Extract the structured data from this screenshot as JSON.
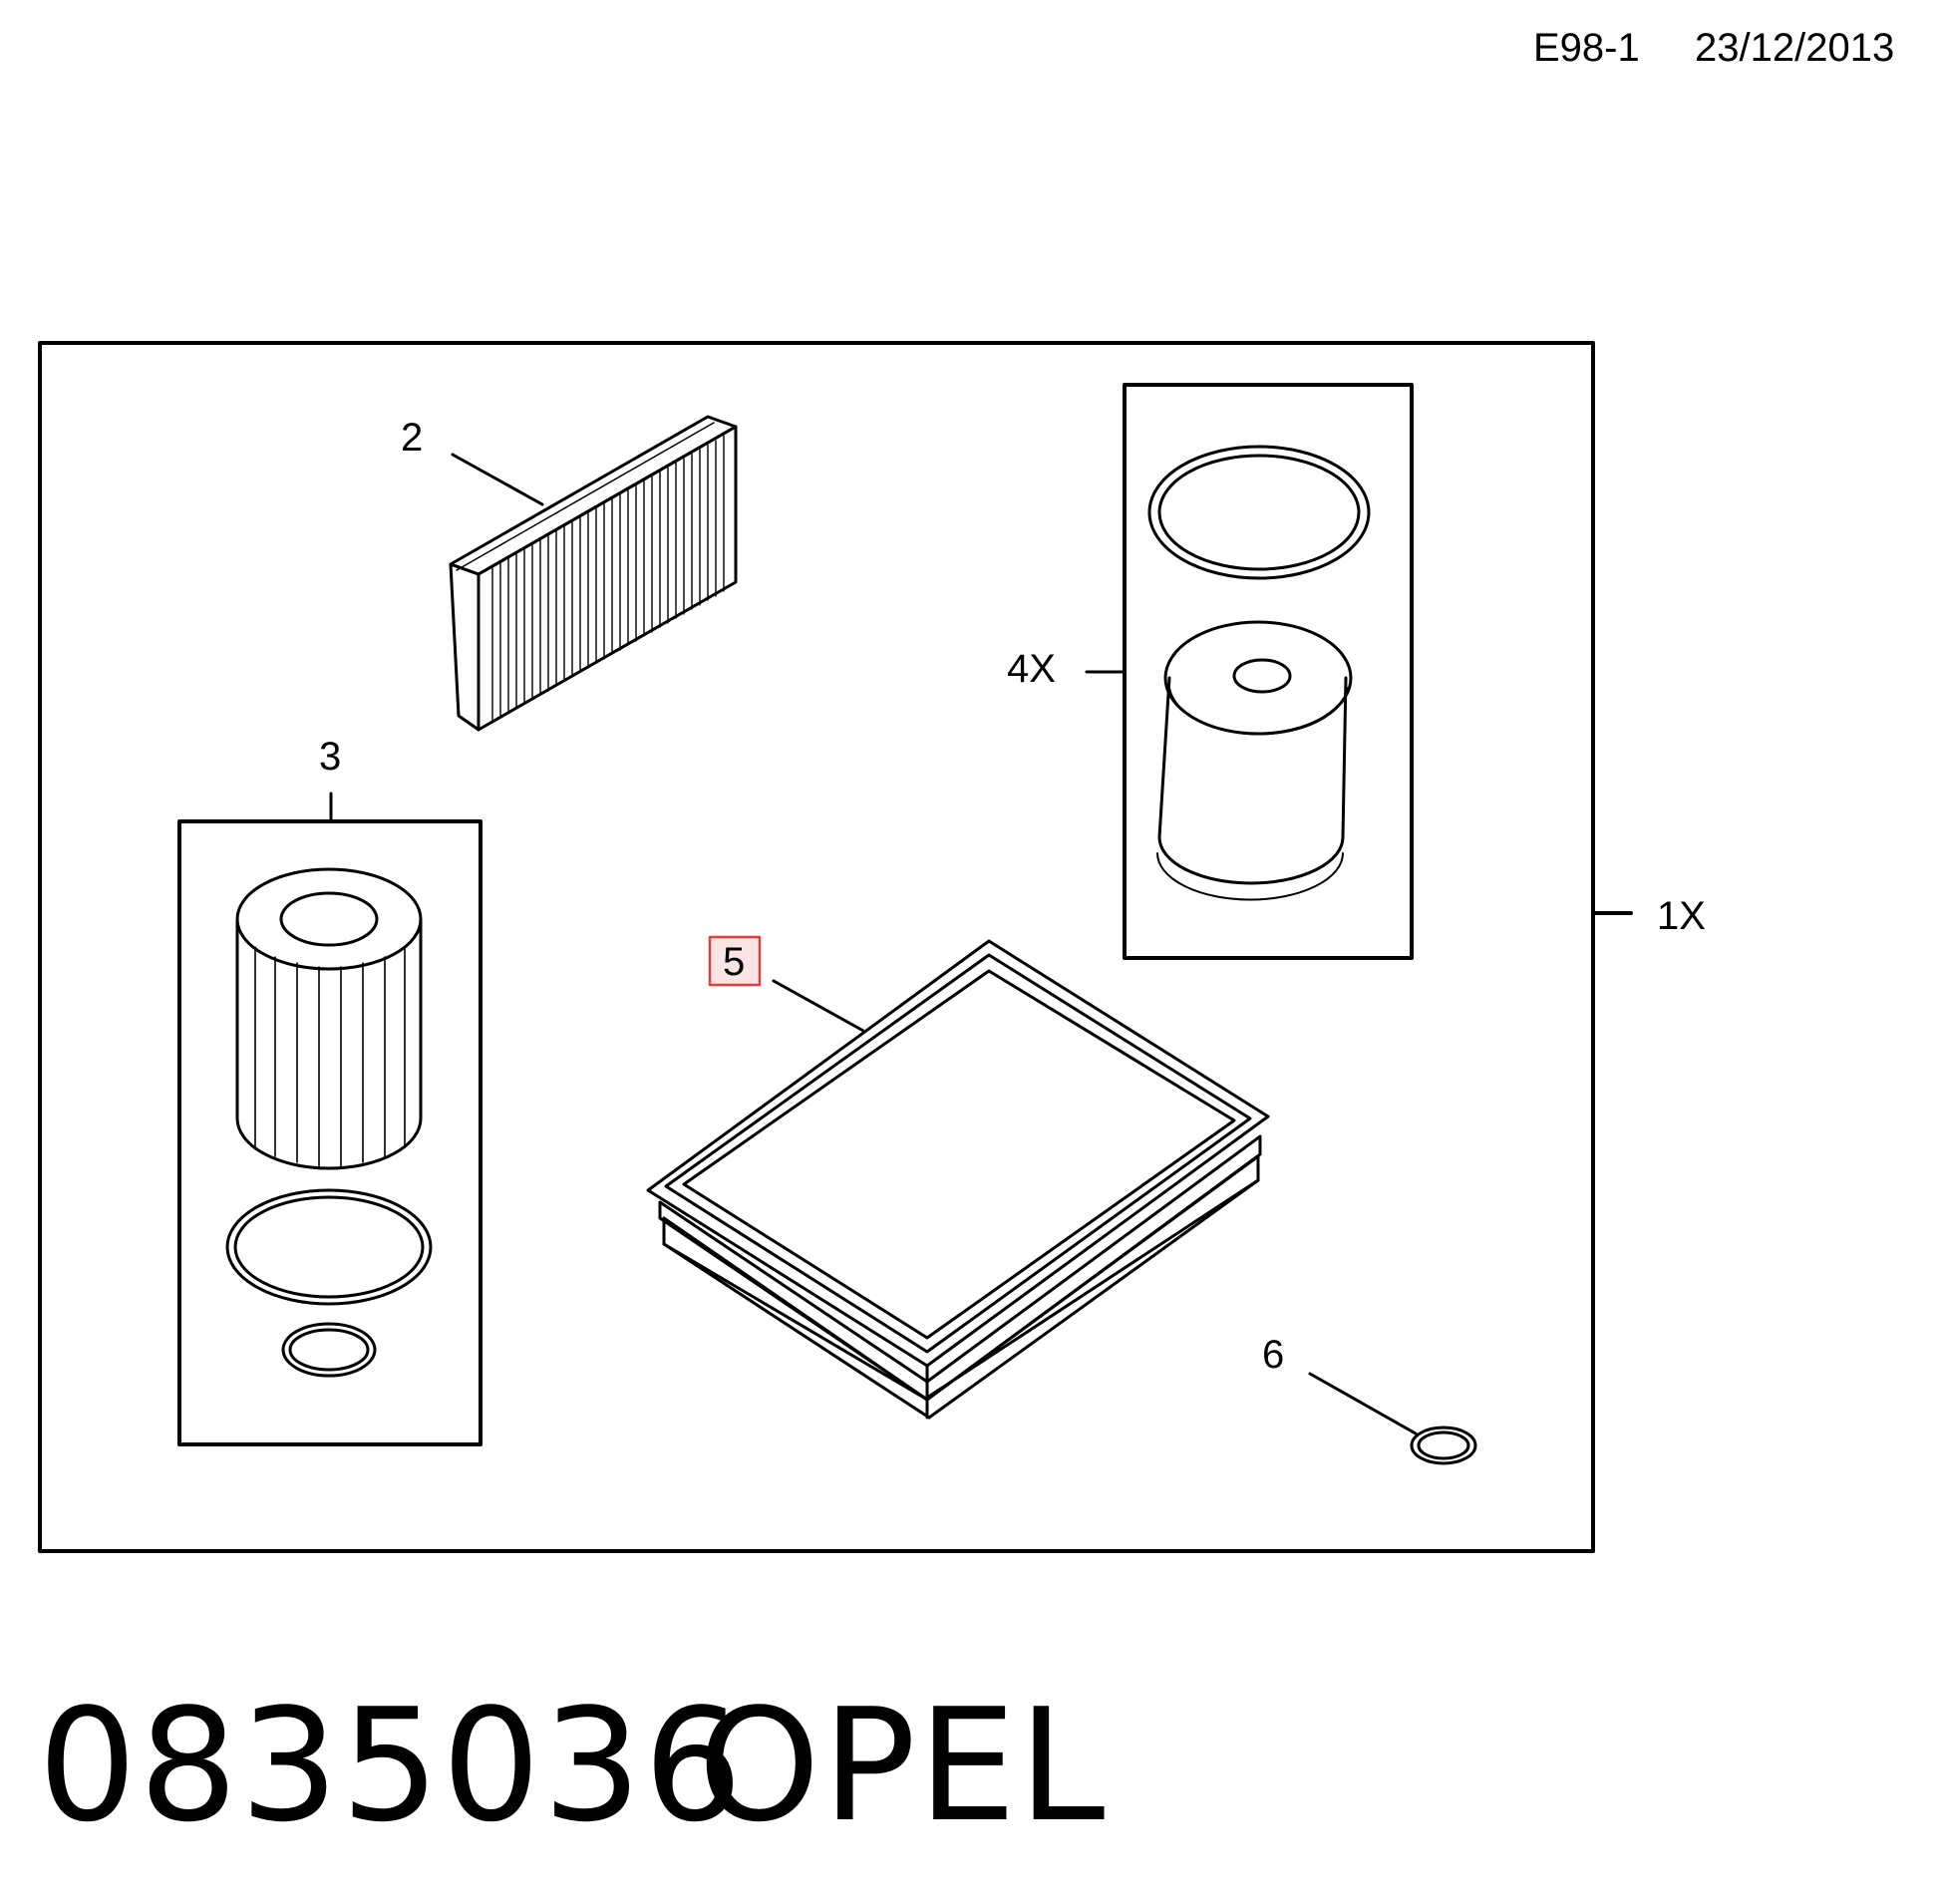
{
  "header": {
    "reference": "E98-1",
    "date": "23/12/2013"
  },
  "callouts": {
    "kit_qty": "1X",
    "cabin_filter": "2",
    "oil_filter_kit": "3",
    "fuel_filter_kit": "4X",
    "air_filter": "5",
    "seal_ring": "6"
  },
  "footer": {
    "part_number": "0835036",
    "brand": "OPEL"
  },
  "colors": {
    "line": "#000000",
    "highlight_border": "#e0403c",
    "highlight_fill": "#fbe4e4"
  }
}
